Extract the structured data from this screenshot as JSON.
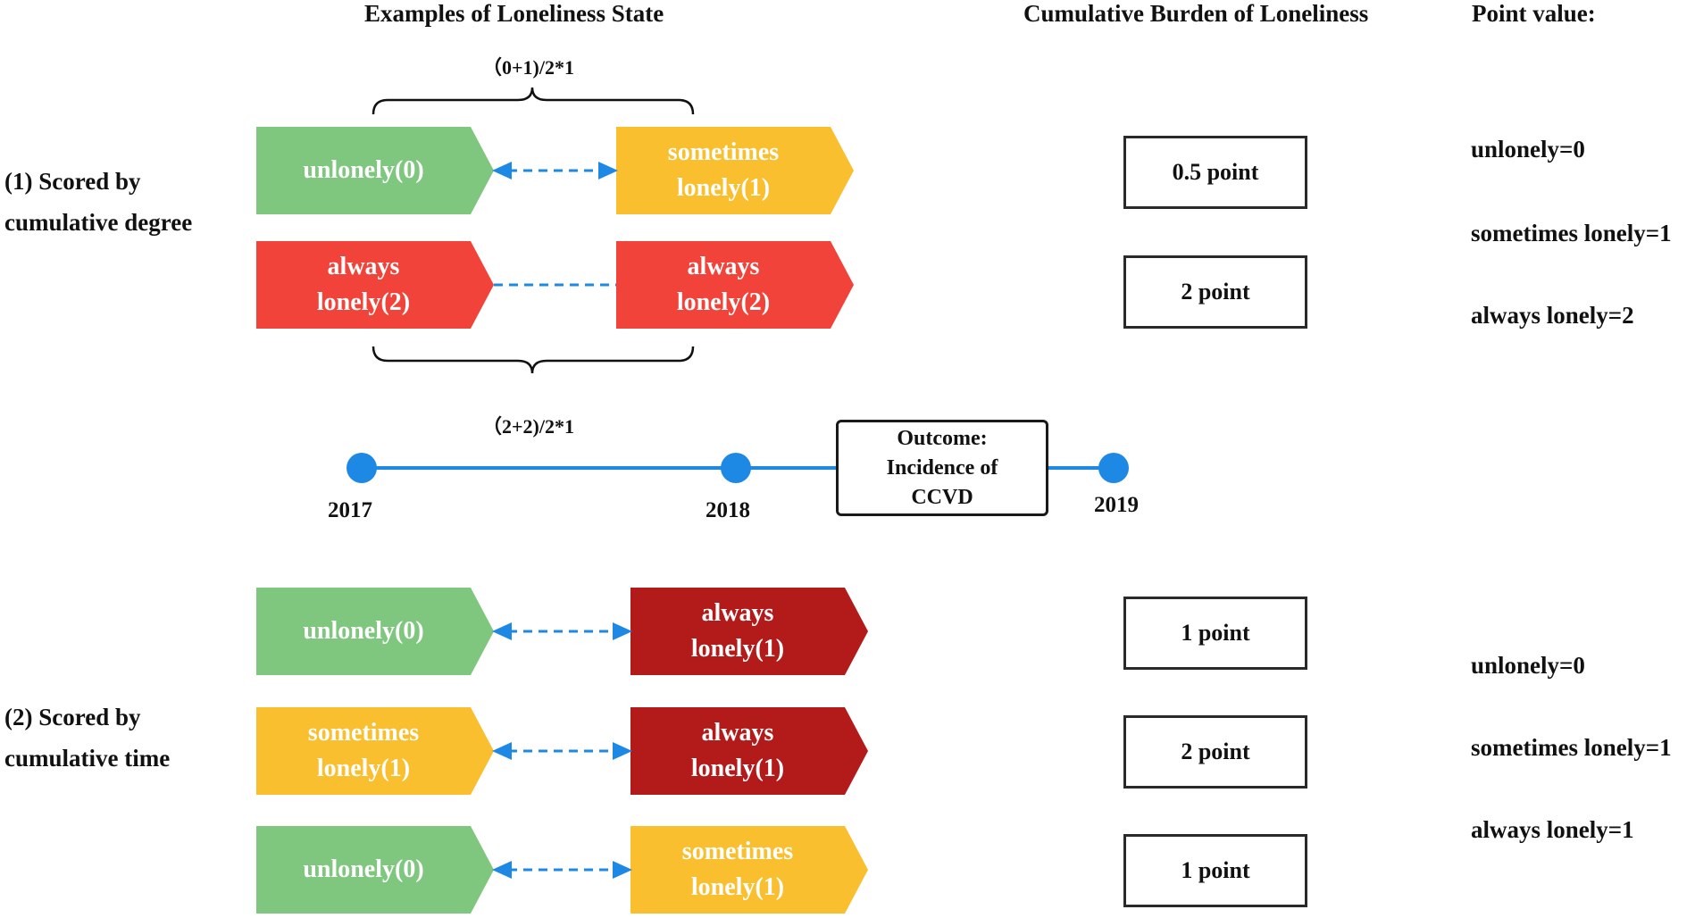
{
  "headers": {
    "examples": "Examples of Loneliness State",
    "burden": "Cumulative Burden of Loneliness",
    "point_value": "Point value:"
  },
  "section1": {
    "label_line1": "(1) Scored by",
    "label_line2": "cumulative degree",
    "formula_top": "（0+1)/2*1",
    "formula_bottom": "（2+2)/2*1",
    "rows": [
      {
        "left": [
          "unlonely(0)"
        ],
        "left_color": "#7fc67f",
        "right": [
          "sometimes",
          "lonely(1)"
        ],
        "right_color": "#f9bf2e",
        "connector": "double-arrow",
        "burden": "0.5 point"
      },
      {
        "left": [
          "always",
          "lonely(2)"
        ],
        "left_color": "#f2433a",
        "right": [
          "always",
          "lonely(2)"
        ],
        "right_color": "#f2433a",
        "connector": "dashed",
        "burden": "2 point"
      }
    ],
    "point_values": [
      "unlonely=0",
      "sometimes lonely=1",
      "always lonely=2"
    ]
  },
  "timeline": {
    "years": [
      "2017",
      "2018",
      "2019"
    ],
    "outcome_lines": [
      "Outcome:",
      "Incidence of",
      "CCVD"
    ]
  },
  "section2": {
    "label_line1": "(2) Scored by",
    "label_line2": "cumulative time",
    "rows": [
      {
        "left": [
          "unlonely(0)"
        ],
        "left_color": "#7fc67f",
        "right": [
          "always",
          "lonely(1)"
        ],
        "right_color": "#b31b1b",
        "connector": "double-arrow",
        "burden": "1 point"
      },
      {
        "left": [
          "sometimes",
          "lonely(1)"
        ],
        "left_color": "#f9bf2e",
        "right": [
          "always",
          "lonely(1)"
        ],
        "right_color": "#b31b1b",
        "connector": "double-arrow",
        "burden": "2 point"
      },
      {
        "left": [
          "unlonely(0)"
        ],
        "left_color": "#7fc67f",
        "right": [
          "sometimes",
          "lonely(1)"
        ],
        "right_color": "#f9bf2e",
        "connector": "double-arrow",
        "burden": "1 point"
      }
    ],
    "point_values": [
      "unlonely=0",
      "sometimes lonely=1",
      "always lonely=1"
    ]
  },
  "colors": {
    "connector": "#1e88e5",
    "timeline": "#1e88e5"
  }
}
